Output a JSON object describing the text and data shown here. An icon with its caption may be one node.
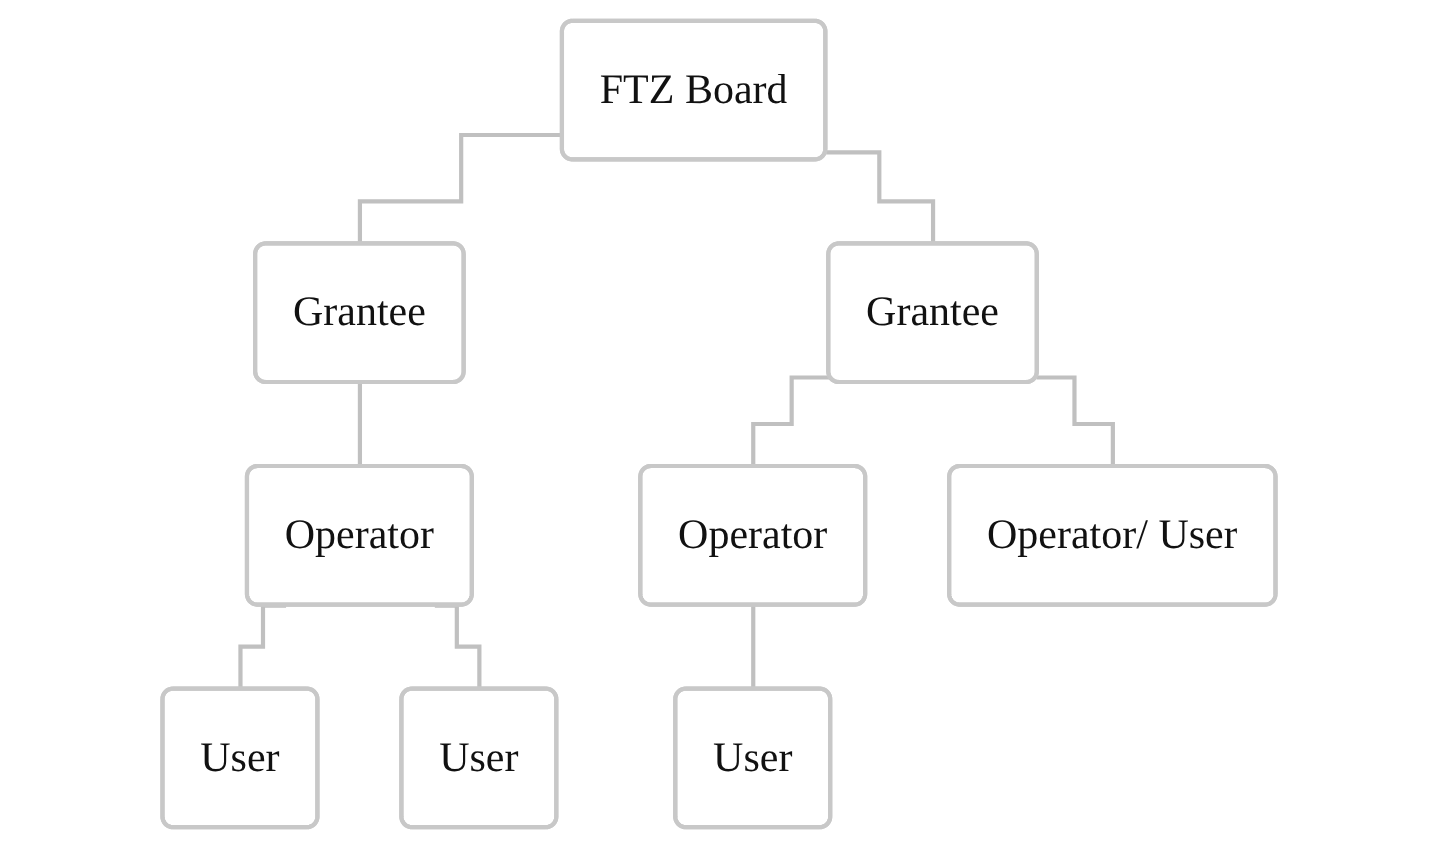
{
  "diagram": {
    "nodes": [
      {
        "text": [
          "FTZ Board"
        ]
      },
      {
        "text": [
          "Grantee"
        ]
      },
      {
        "text": [
          "Grantee"
        ]
      },
      {
        "text": [
          "Operator"
        ]
      },
      {
        "text": [
          "User"
        ]
      },
      {
        "text": [
          "User"
        ]
      },
      {
        "text": [
          "Operator"
        ]
      },
      {
        "text": [
          "Operator/ User"
        ]
      },
      {
        "text": [
          "User"
        ]
      }
    ],
    "edges": [
      {
        "from": 0,
        "to": 1,
        "arrow": "none"
      },
      {
        "from": 0,
        "to": 2,
        "arrow": "none"
      },
      {
        "from": 1,
        "to": 3,
        "arrow": "none"
      },
      {
        "from": 3,
        "to": 4,
        "arrow": "none"
      },
      {
        "from": 3,
        "to": 5,
        "arrow": "none"
      },
      {
        "from": 2,
        "to": 6,
        "arrow": "none"
      },
      {
        "from": 2,
        "to": 7,
        "arrow": "none"
      },
      {
        "from": 6,
        "to": 8,
        "arrow": "none"
      }
    ]
  }
}
